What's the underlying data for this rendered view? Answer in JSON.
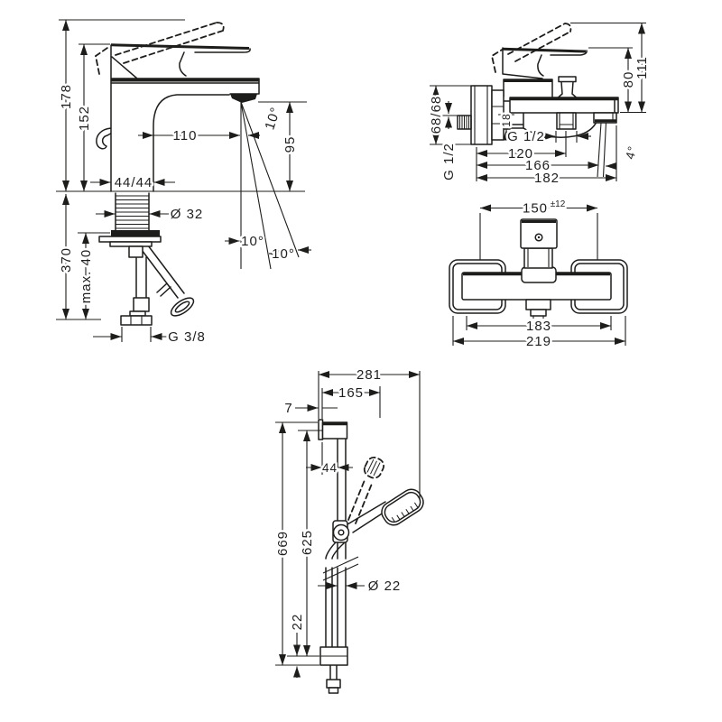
{
  "colors": {
    "ink": "#1d1d1b",
    "background": "#ffffff"
  },
  "basin_faucet": {
    "dims": {
      "total_height": "178",
      "body_height": "152",
      "spout_reach": "110",
      "base_square": "44/44",
      "shank_diameter": "Ø 32",
      "supply_length": "370",
      "max_mounting": "max. 40",
      "supply_thread": "G 3/8",
      "outlet_height": "95",
      "angle_stream": "10°",
      "angle_left": "10°",
      "angle_right": "10°"
    }
  },
  "bath_mixer": {
    "dims": {
      "total_height": "111",
      "handle_height": "80",
      "connection_spacing": "68/68",
      "wall_thread": "G 1/2",
      "outlet_offset": "18",
      "outlet_thread": "G 1/2",
      "depth_outlet": "120",
      "depth_spout": "166",
      "depth_total": "182",
      "stream_angle": "4°"
    }
  },
  "shower_mixer": {
    "dims": {
      "connection_distance": "150",
      "connection_tolerance": "±12",
      "body_width": "183",
      "total_width": "219"
    }
  },
  "shower_set": {
    "dims": {
      "reach_total": "281",
      "reach_holder": "165",
      "plate_thickness": "7",
      "wall_offset": "44",
      "height_total": "669",
      "bar_length": "625",
      "rail_diameter": "Ø 22",
      "bracket_height": "22"
    }
  }
}
